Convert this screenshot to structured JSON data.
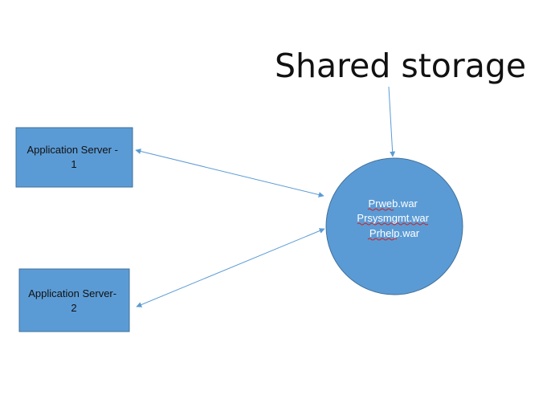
{
  "diagram": {
    "title": "Shared storage",
    "servers": [
      {
        "label_line1": "Application Server -",
        "label_line2": "1"
      },
      {
        "label_line1": "Application Server-",
        "label_line2": "2"
      }
    ],
    "storage": {
      "files": [
        "Prweb.war",
        "Prsysmgmt.war",
        "Prhelp.war"
      ]
    },
    "colors": {
      "box_fill": "#5b9bd5",
      "box_stroke": "#41719c",
      "arrow": "#5b9bd5",
      "spellcheck_underline": "#d42020"
    }
  }
}
